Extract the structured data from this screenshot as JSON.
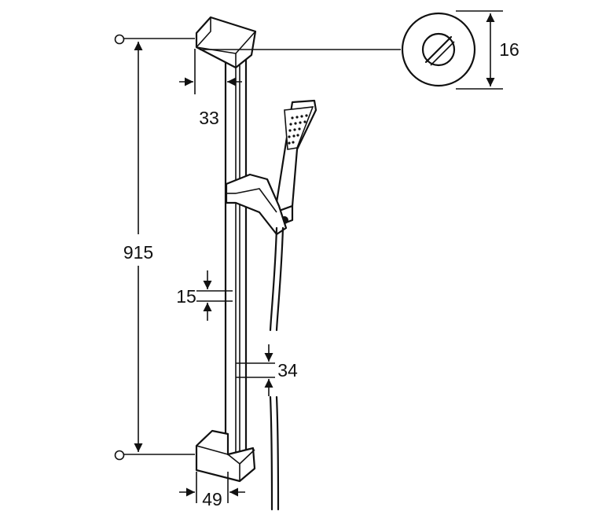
{
  "dimensions": {
    "total_height": "915",
    "mount_depth": "33",
    "rosette_diameter": "16",
    "bar_width": "15",
    "slider_height": "34",
    "bracket_width": "49"
  }
}
